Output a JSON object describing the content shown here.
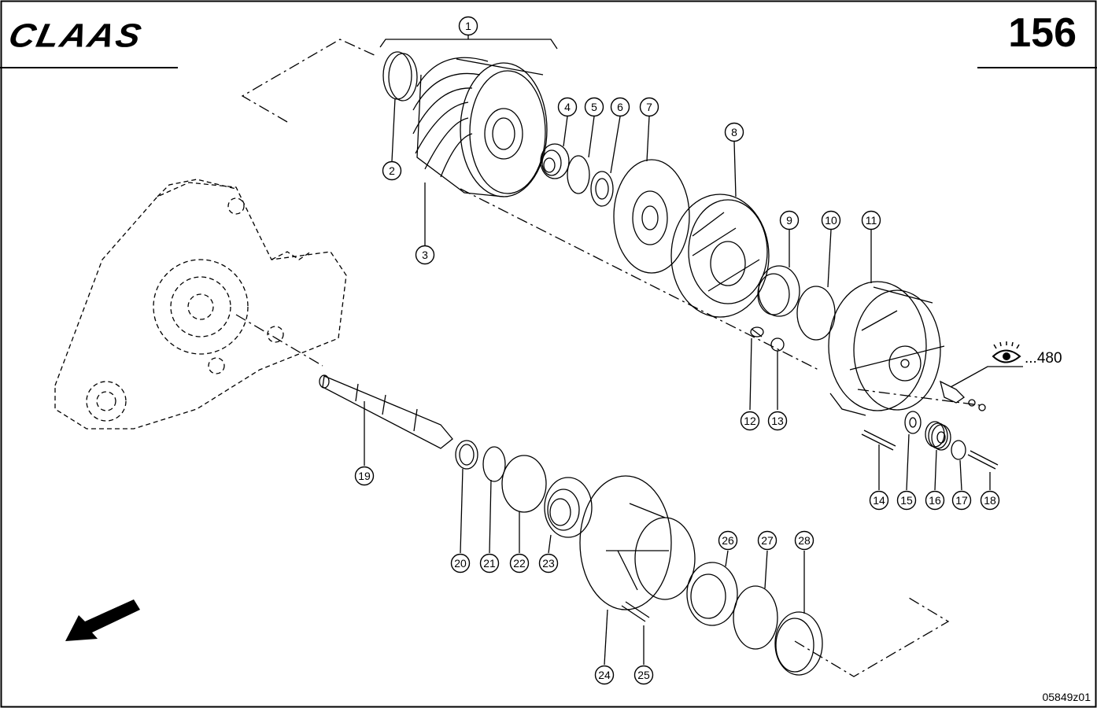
{
  "header": {
    "brand": "CLAAS",
    "page_number": "156"
  },
  "footer": {
    "drawing_ref": "05849z01"
  },
  "eye_reference": {
    "icon": "eye-icon",
    "text": "...480"
  },
  "callouts": [
    {
      "label": "1"
    },
    {
      "label": "2"
    },
    {
      "label": "3"
    },
    {
      "label": "4"
    },
    {
      "label": "5"
    },
    {
      "label": "6"
    },
    {
      "label": "7"
    },
    {
      "label": "8"
    },
    {
      "label": "9"
    },
    {
      "label": "10"
    },
    {
      "label": "11"
    },
    {
      "label": "12"
    },
    {
      "label": "13"
    },
    {
      "label": "14"
    },
    {
      "label": "15"
    },
    {
      "label": "16"
    },
    {
      "label": "17"
    },
    {
      "label": "18"
    },
    {
      "label": "19"
    },
    {
      "label": "20"
    },
    {
      "label": "21"
    },
    {
      "label": "22"
    },
    {
      "label": "23"
    },
    {
      "label": "24"
    },
    {
      "label": "25"
    },
    {
      "label": "26"
    },
    {
      "label": "27"
    },
    {
      "label": "28"
    }
  ]
}
